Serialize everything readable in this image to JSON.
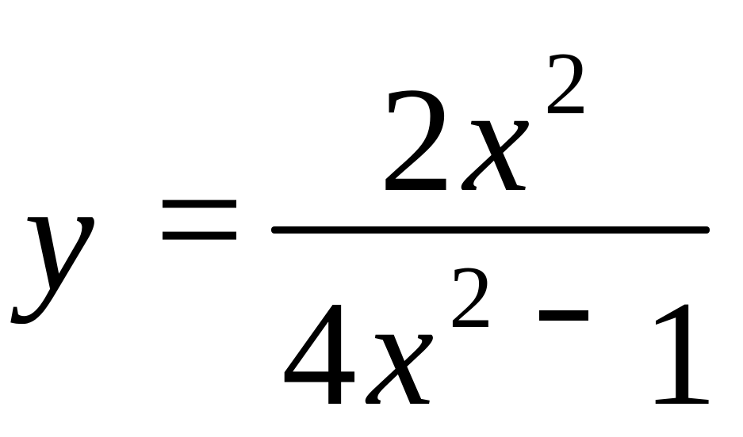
{
  "formula": {
    "lhs": "y",
    "relation": "=",
    "numerator": {
      "coefficient": "2",
      "variable": "x",
      "exponent": "2"
    },
    "denominator": {
      "coefficient": "4",
      "variable": "x",
      "exponent": "2",
      "operator": "-",
      "constant": "1"
    }
  }
}
